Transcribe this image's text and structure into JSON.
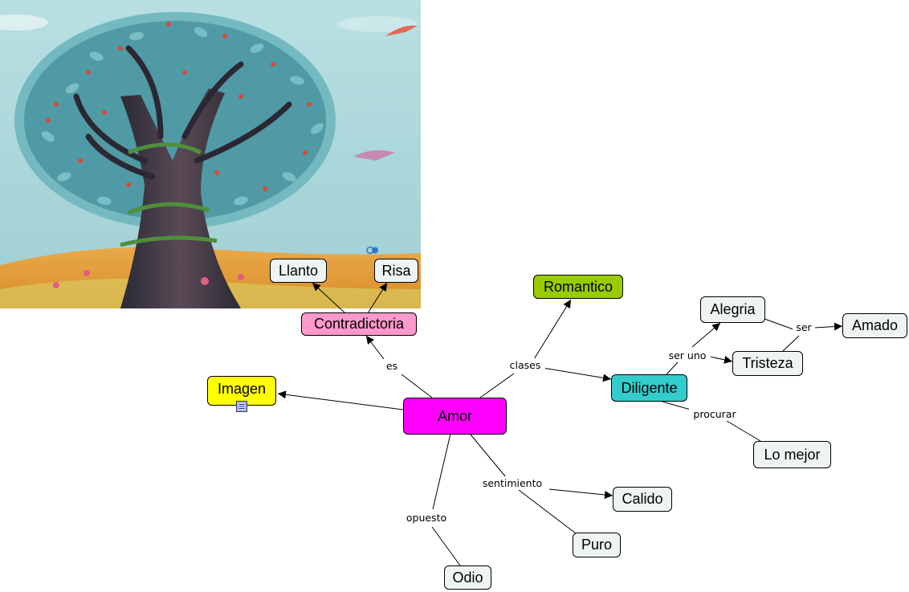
{
  "concept_map": {
    "nodes": {
      "amor": "Amor",
      "contradictoria": "Contradictoria",
      "llanto": "Llanto",
      "risa": "Risa",
      "romantico": "Romantico",
      "imagen": "Imagen",
      "diligente": "Diligente",
      "alegria": "Alegria",
      "tristeza": "Tristeza",
      "amado": "Amado",
      "lo_mejor": "Lo mejor",
      "calido": "Calido",
      "puro": "Puro",
      "odio": "Odio"
    },
    "links": {
      "es": "es",
      "clases": "clases",
      "ser_uno": "ser uno",
      "ser": "ser",
      "procurar": "procurar",
      "sentimiento": "sentimiento",
      "opuesto": "opuesto"
    },
    "colors": {
      "amor": "#ff00ff",
      "contradictoria": "#ff99cc",
      "romantico": "#99cc00",
      "imagen": "#ffff00",
      "diligente": "#33cccc",
      "default_node": "#eef4f4",
      "picture_sky": "#a9d6da",
      "picture_ground": "#e6a03a"
    },
    "icons": [
      "tree-painting",
      "document-icon",
      "resource-link-icon"
    ]
  }
}
